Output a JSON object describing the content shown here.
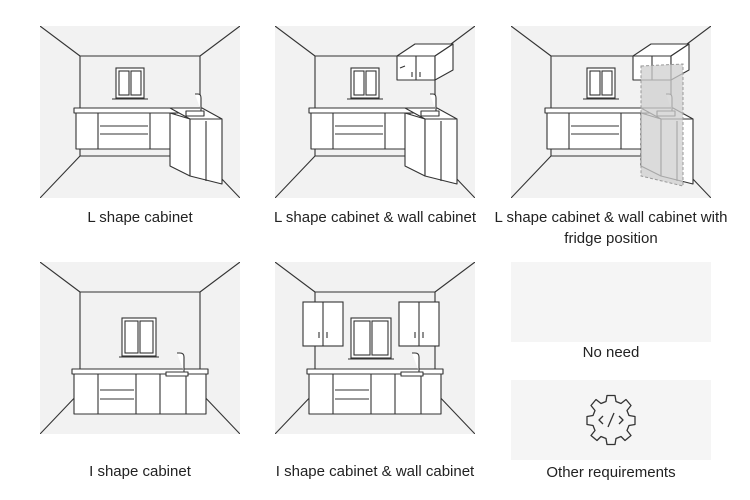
{
  "options": [
    {
      "label": "L shape cabinet"
    },
    {
      "label": "L shape cabinet & wall cabinet"
    },
    {
      "label": "L shape cabinet & wall cabinet with fridge position"
    },
    {
      "label": "I shape cabinet"
    },
    {
      "label": "I shape cabinet & wall cabinet"
    },
    {
      "label": "No need"
    },
    {
      "label": "Other requirements"
    }
  ],
  "colors": {
    "thumb_bg": "#f2f2f2",
    "line": "#333333",
    "fridge_zone": "#cfcfcf"
  },
  "icons": {
    "other_requirements": "code-gear-icon"
  }
}
